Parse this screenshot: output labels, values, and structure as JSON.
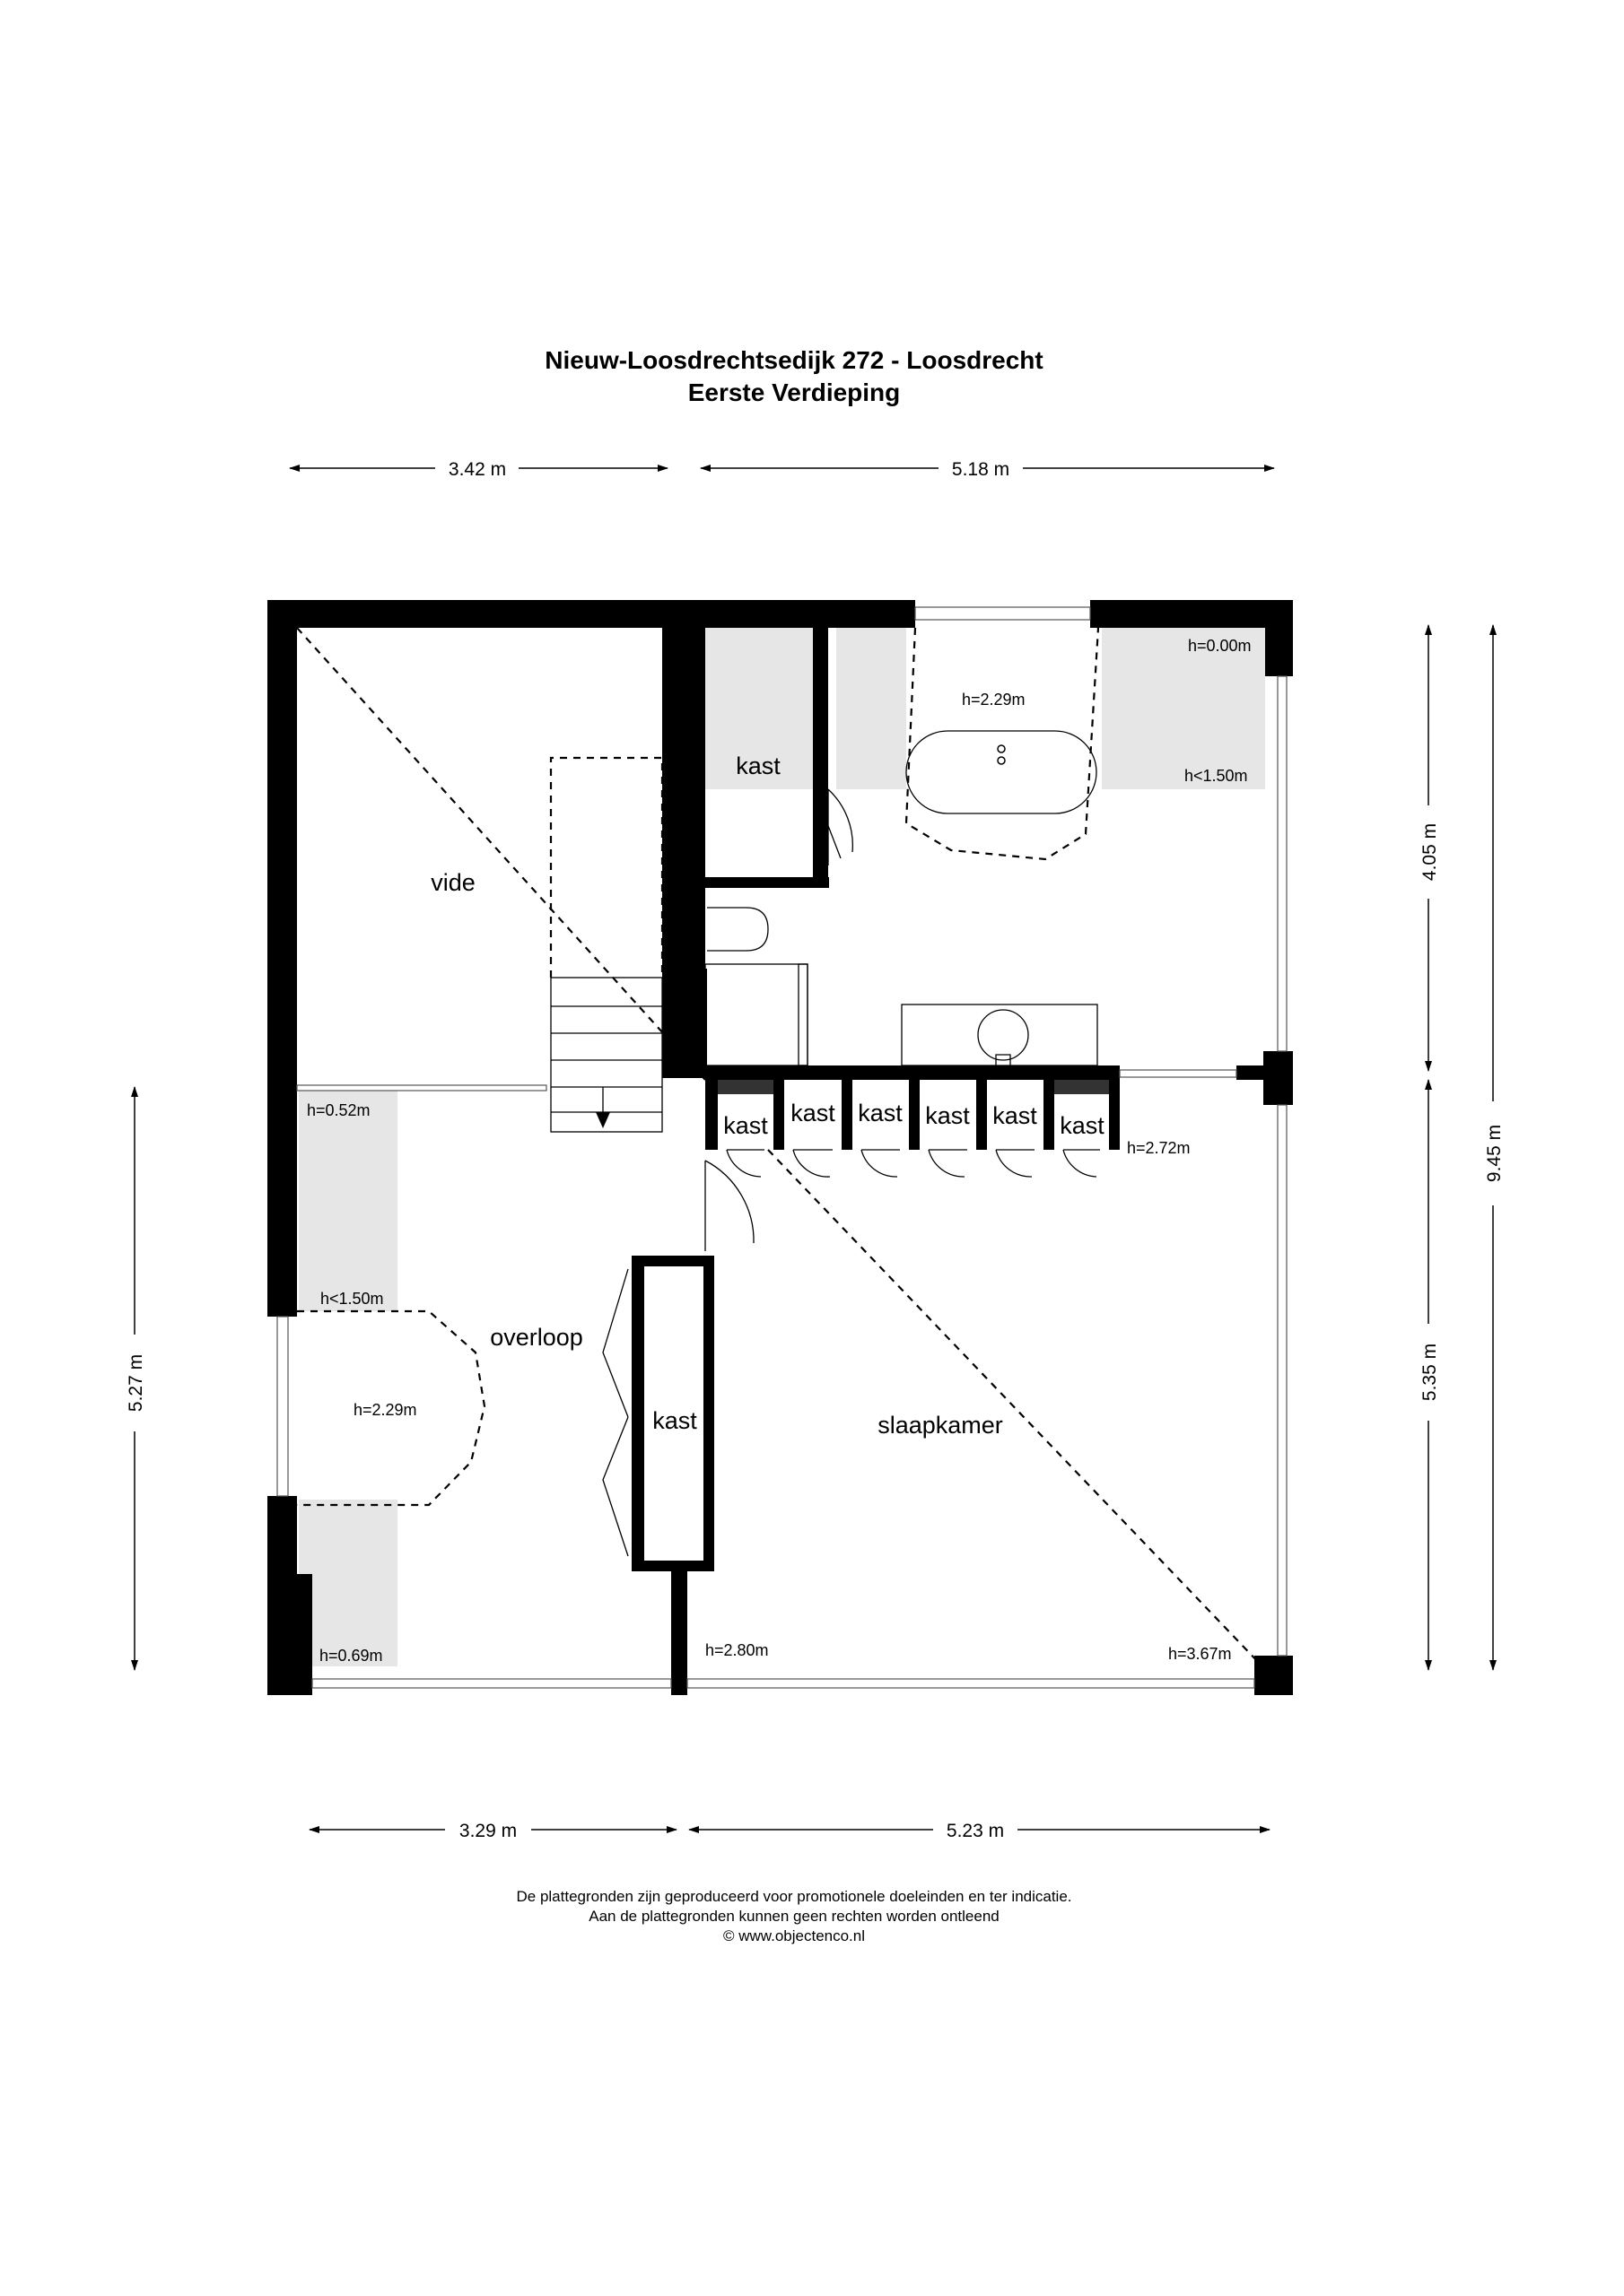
{
  "header": {
    "address": "Nieuw-Loosdrechtsedijk 272 - Loosdrecht",
    "floor": "Eerste Verdieping"
  },
  "dimensions": {
    "top_left": "3.42 m",
    "top_right": "5.18 m",
    "bottom_left": "3.29 m",
    "bottom_right": "5.23 m",
    "left": "5.27 m",
    "right_upper": "4.05 m",
    "right_lower": "5.35 m",
    "right_total": "9.45 m"
  },
  "rooms": {
    "vide": "vide",
    "overloop": "overloop",
    "slaapkamer": "slaapkamer",
    "kast": "kast"
  },
  "heights": {
    "bath_top_right": "h=0.00m",
    "bath_center": "h=2.29m",
    "bath_right_low": "h<1.50m",
    "landing_top": "h=0.52m",
    "landing_low": "h<1.50m",
    "landing_center": "h=2.29m",
    "landing_bottom": "h=0.69m",
    "closets": "h=2.72m",
    "bedroom_left": "h=2.80m",
    "bedroom_right": "h=3.67m"
  },
  "disclaimer": {
    "line1": "De plattegronden zijn geproduceerd voor promotionele doeleinden en ter indicatie.",
    "line2": "Aan de plattegronden kunnen geen rechten worden ontleend",
    "line3": "© www.objectenco.nl"
  }
}
